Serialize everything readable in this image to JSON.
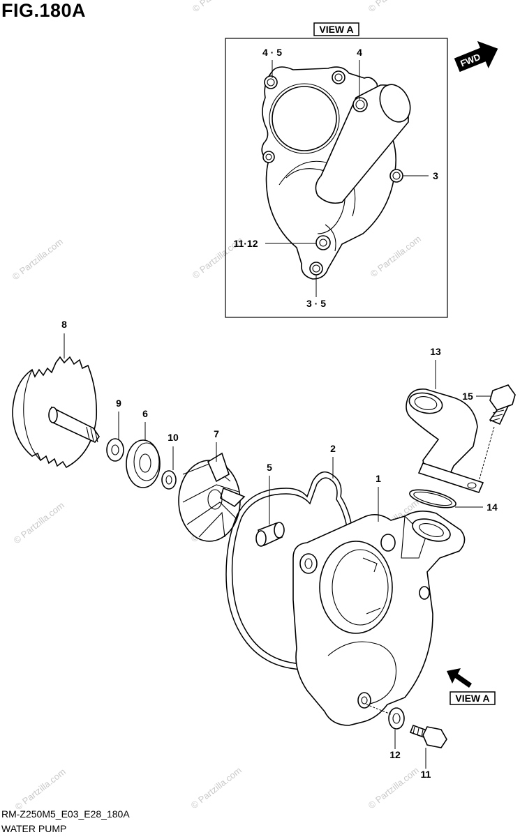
{
  "figure": {
    "title": "FIG.180A",
    "model_code": "RM-Z250M5_E03_E28_180A",
    "section_name": "WATER PUMP"
  },
  "view_box_label": "VIEW A",
  "view_arrow_label": "VIEW A",
  "fwd_label": "FWD",
  "watermark": "© Partzilla.com",
  "inset_callouts": {
    "top_left": "4 · 5",
    "top_right": "4",
    "right": "3",
    "left": "11·12",
    "bottom": "3 · 5"
  },
  "parts": [
    {
      "ref": "1"
    },
    {
      "ref": "2"
    },
    {
      "ref": "5"
    },
    {
      "ref": "6"
    },
    {
      "ref": "7"
    },
    {
      "ref": "8"
    },
    {
      "ref": "9"
    },
    {
      "ref": "10"
    },
    {
      "ref": "11"
    },
    {
      "ref": "12"
    },
    {
      "ref": "13"
    },
    {
      "ref": "14"
    },
    {
      "ref": "15"
    }
  ]
}
